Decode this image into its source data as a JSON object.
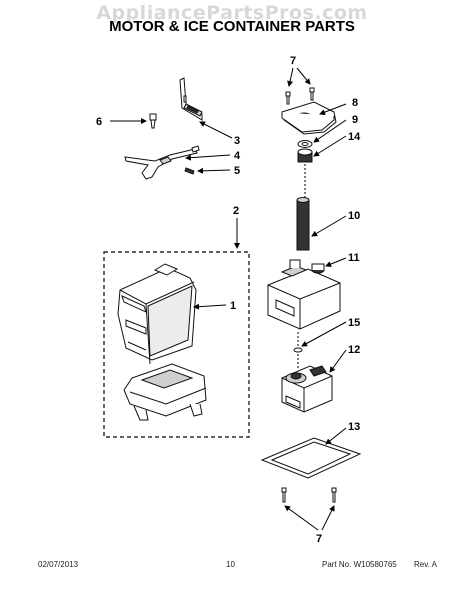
{
  "watermark": "AppliancePartsPros.com",
  "title": "MOTOR & ICE CONTAINER PARTS",
  "footer": {
    "date": "02/07/2013",
    "page": "10",
    "part_no": "Part No.  W10580765",
    "rev": "Rev.  A"
  },
  "callouts": {
    "c1": "1",
    "c2": "2",
    "c3": "3",
    "c4": "4",
    "c5": "5",
    "c6": "6",
    "c7_top": "7",
    "c7_bottom": "7",
    "c8": "8",
    "c9": "9",
    "c10": "10",
    "c11": "11",
    "c12": "12",
    "c13": "13",
    "c14": "14",
    "c15": "15"
  }
}
